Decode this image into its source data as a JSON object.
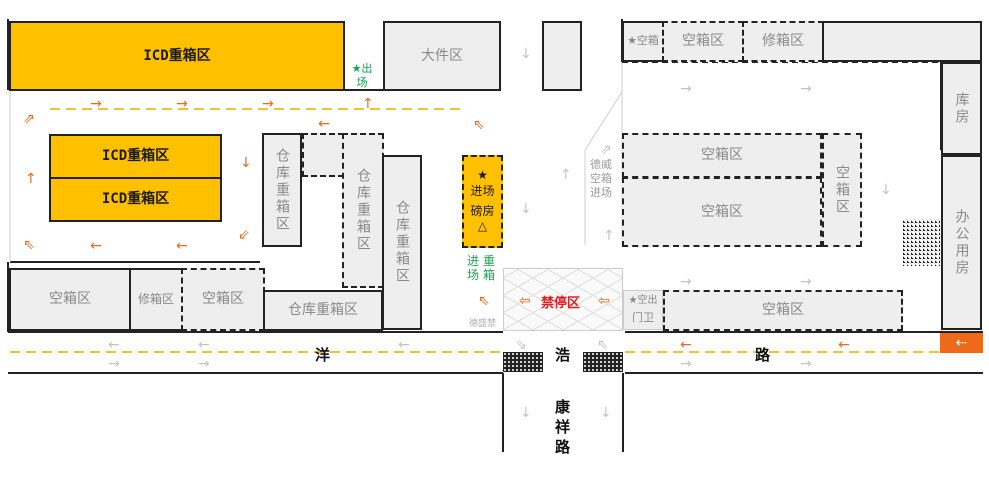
{
  "colors": {
    "accent_orange": "#ee6a1a",
    "container_yellow": "#ffc000",
    "label_green": "#1aa34a",
    "no_parking_red": "#e02020"
  },
  "areas": {
    "icd_top": "ICD重箱区",
    "icd_mid1": "ICD重箱区",
    "icd_mid2": "ICD重箱区",
    "big_item": "大件区",
    "empty_top": "空箱区",
    "repair_top": "修箱区",
    "empty_top_star": "★空箱",
    "storehouse_small": "库房",
    "office": "办公用房",
    "warehouse_v1": "仓库重箱区",
    "warehouse_v2": "仓库重箱区",
    "warehouse_v3": "仓库重箱区",
    "warehouse_bottom": "仓库重箱区",
    "empty_bl": "空箱区",
    "repair_bl": "修箱区",
    "empty_bl2": "空箱区",
    "empty_r1": "空箱区",
    "empty_r2": "空箱区",
    "empty_r_vert": "空箱区",
    "empty_br": "空箱区",
    "weigh_star": "★",
    "weigh_entry": "进场",
    "weigh_house": "磅房",
    "weigh_triangle": "△",
    "gate": "门卫",
    "exit_star": "★出场",
    "exit_br": "★空出",
    "dewei_empty": "德威空箱进场",
    "heavy_entry": "进重场箱",
    "no_parking": "禁停区",
    "small_gray_label": "德盛禁"
  },
  "roads": {
    "yang": "洋",
    "hao": "浩",
    "lu_main": "路",
    "kang": "康",
    "xiang": "祥",
    "lu_side": "路"
  },
  "icons": {
    "arrow": "arrow-icon",
    "turn": "turn-arrow-icon",
    "exit_arrow": "exit-arrow-icon"
  }
}
